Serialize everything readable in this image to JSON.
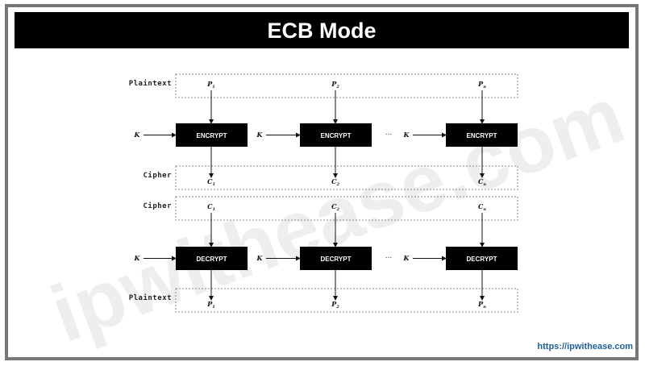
{
  "title": "ECB Mode",
  "url": "https://ipwithease.com",
  "watermark": "ipwithease.com",
  "labels": {
    "plaintext": "Plaintext",
    "cipher": "Cipher",
    "key": "K",
    "ellipsis": "..."
  },
  "encrypt_row": {
    "block_label": "ENCRYPT",
    "inputs": [
      "P1",
      "P2",
      "Pn"
    ],
    "outputs": [
      "C1",
      "C2",
      "Cn"
    ]
  },
  "decrypt_row": {
    "block_label": "DECRYPT",
    "inputs": [
      "C1",
      "C2",
      "Cn"
    ],
    "outputs": [
      "P1",
      "P2",
      "Pn"
    ]
  },
  "colors": {
    "title_bg": "#000000",
    "url": "#1f5e99",
    "frame": "#7a7a7a"
  }
}
